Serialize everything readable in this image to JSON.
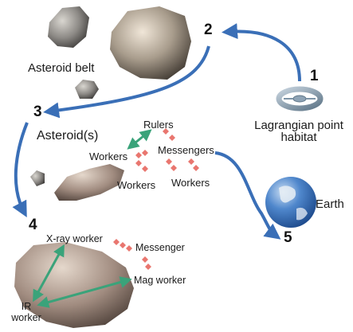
{
  "steps": [
    "1",
    "2",
    "3",
    "4",
    "5"
  ],
  "labels": {
    "asteroid_belt": "Asteroid belt",
    "lagrangian_line1": "Lagrangian point",
    "lagrangian_line2": "habitat",
    "asteroids": "Asteroid(s)",
    "earth": "Earth"
  },
  "swarm_top": {
    "rulers": "Rulers",
    "messengers": "Messengers",
    "workers_left": "Workers",
    "workers_bottom_left": "Workers",
    "workers_bottom_right": "Workers"
  },
  "swarm_bottom": {
    "xray_worker": "X-ray worker",
    "messenger": "Messenger",
    "mag_worker": "Mag worker",
    "ir_line1": "IR",
    "ir_line2": "worker"
  },
  "colors": {
    "flow_arrow": "#3a6fb7",
    "link_arrow": "#3aa37a",
    "messenger_arrow": "#e9766f",
    "earth_ocean": "#3f78c2",
    "habitat": "#8ea3b5"
  }
}
